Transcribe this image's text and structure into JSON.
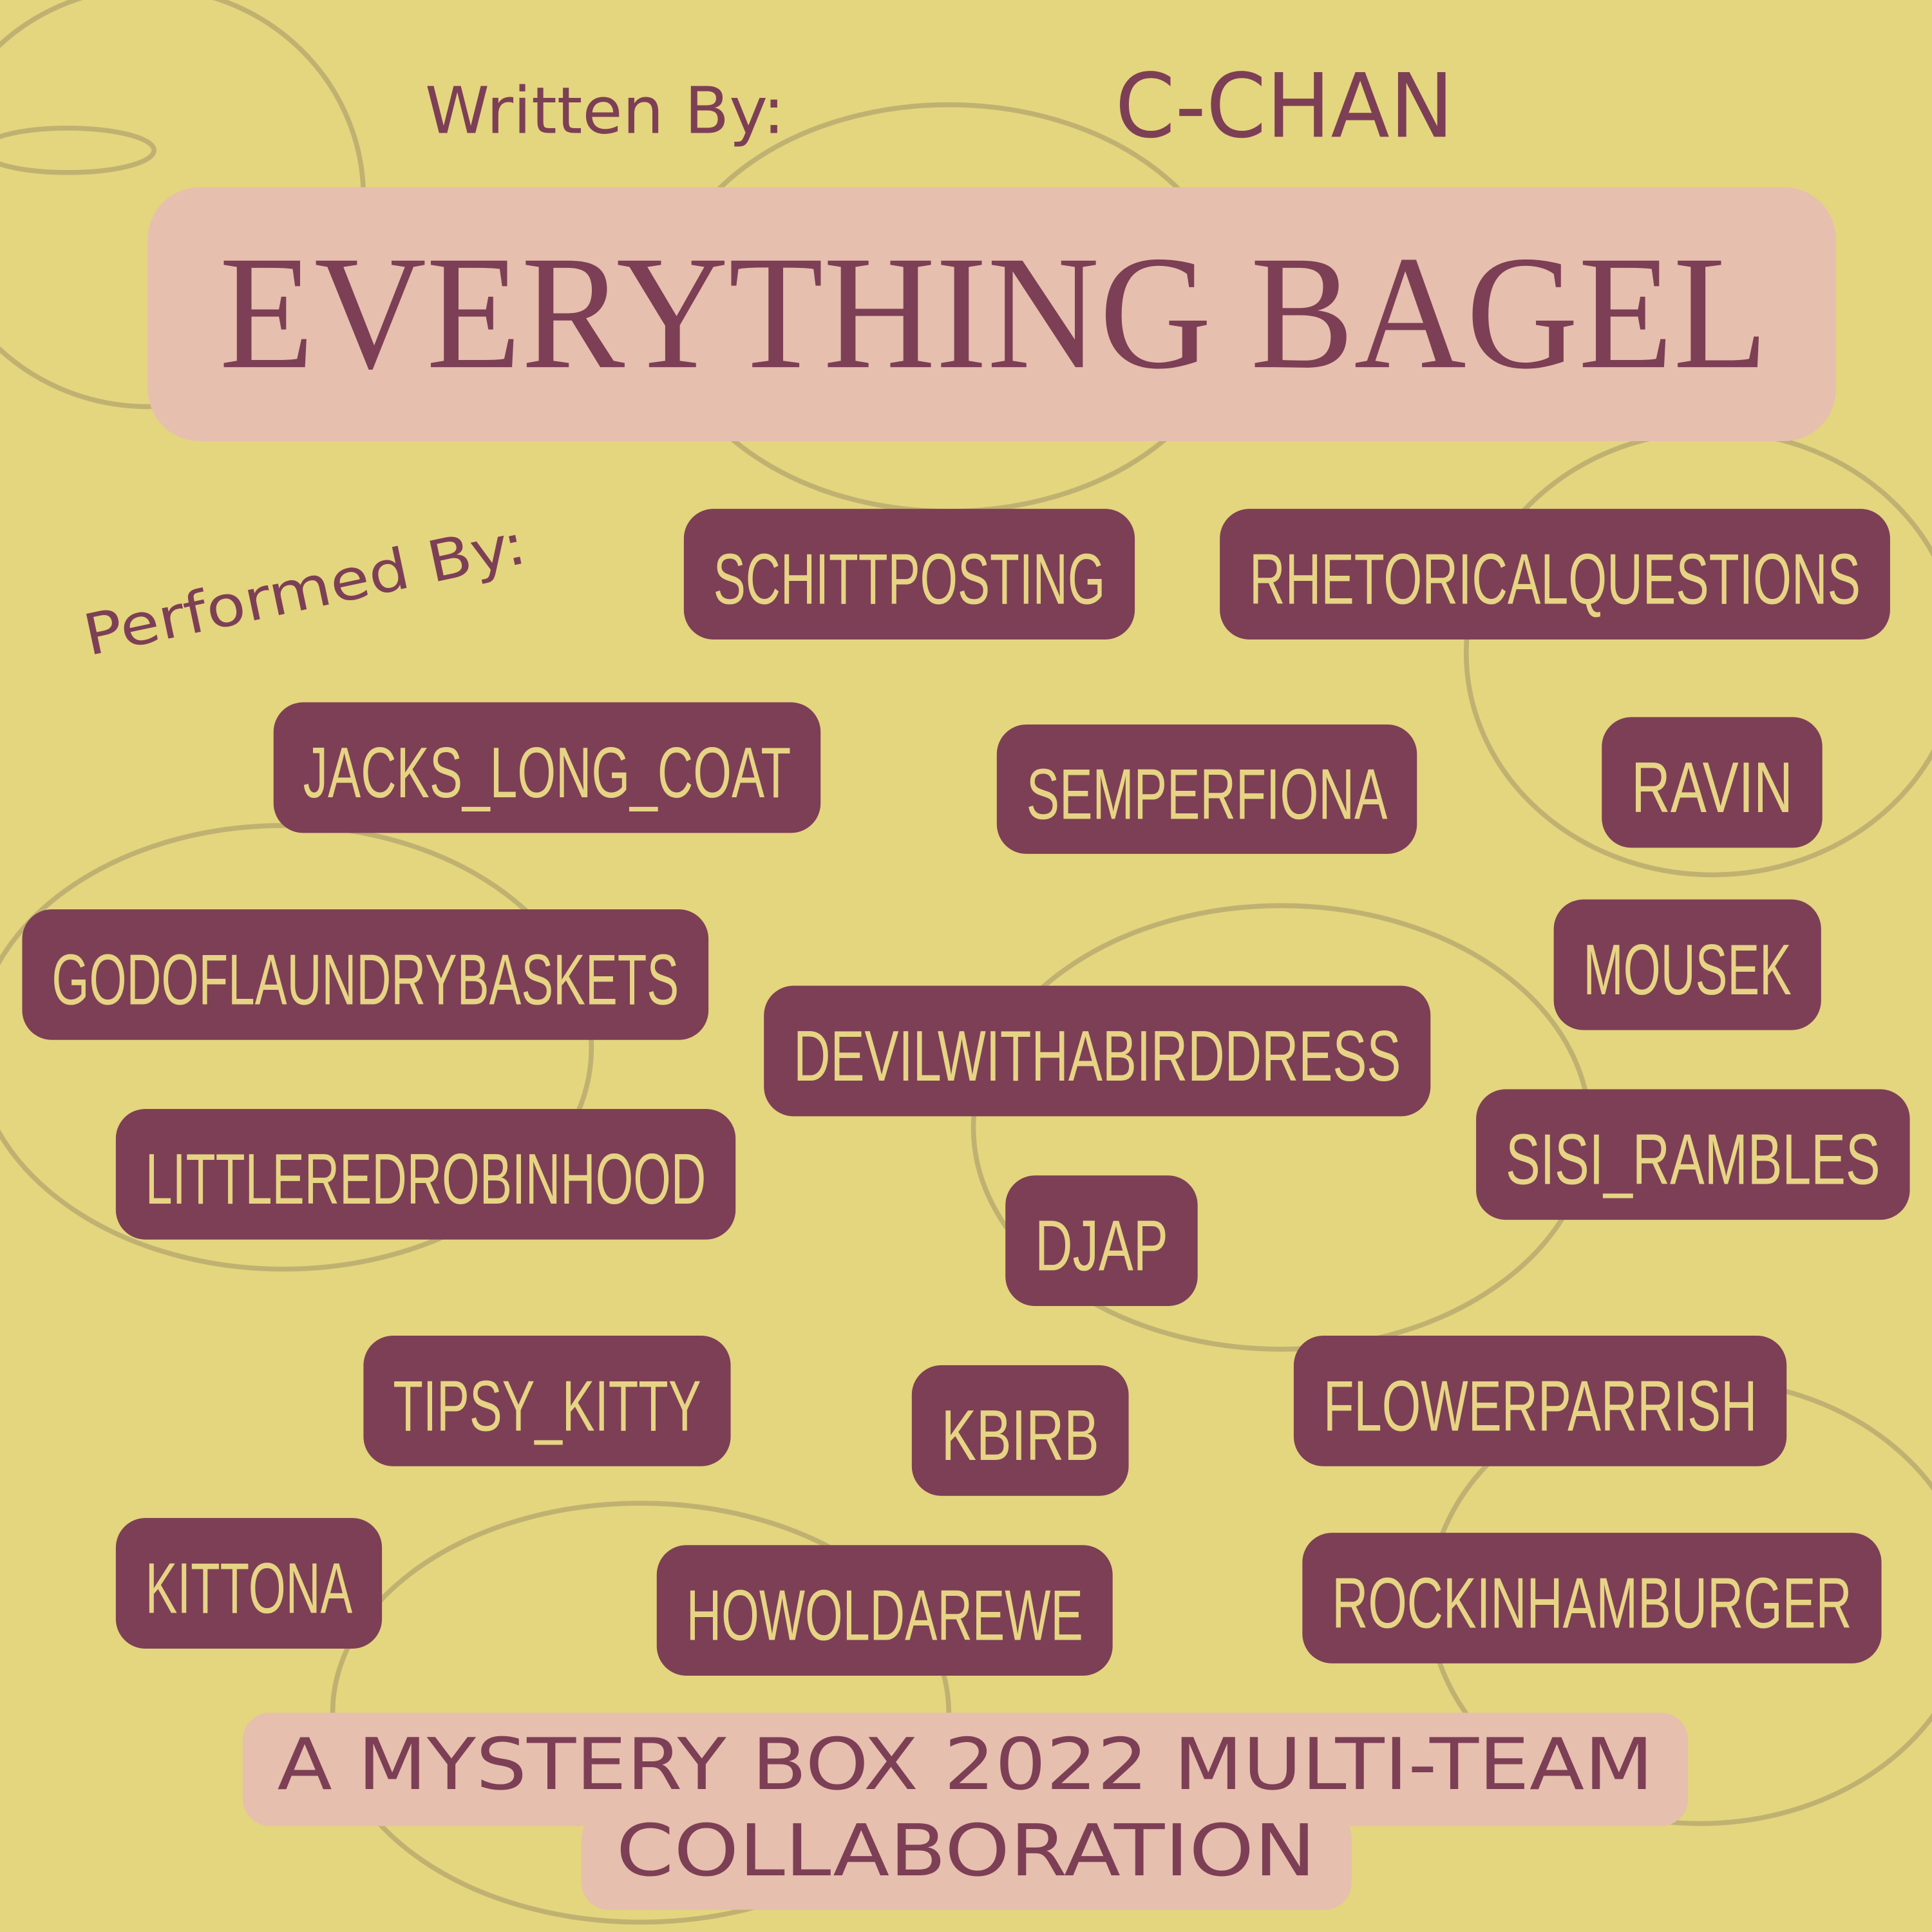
{
  "written_by_label": "Written By:",
  "author": "C-CHAN",
  "title": "EVERYTHING BAGEL",
  "performed_by_label": "Performed By:",
  "performers": [
    "SCHITTPOSTING",
    "RHETORICALQUESTIONS",
    "JACKS_LONG_COAT",
    "SEMPERFIONA",
    "RAVIN",
    "GODOFLAUNDRYBASKETS",
    "MOUSEK",
    "DEVILWITHABIRDDRESS",
    "SISI_RAMBLES",
    "LITTLEREDROBINHOOD",
    "DJAP",
    "TIPSY_KITTY",
    "KBIRB",
    "FLOWERPARRISH",
    "KITTONA",
    "HOWOLDAREWE",
    "ROCKINHAMBURGER"
  ],
  "footer": {
    "line1": "A MYSTERY BOX 2022 MULTI-TEAM",
    "line2": "COLLABORATION"
  },
  "colors": {
    "background": "#e4d57f",
    "maroon": "#7d3f55",
    "pink": "#e6bfae",
    "pill_text": "#e6d484"
  }
}
